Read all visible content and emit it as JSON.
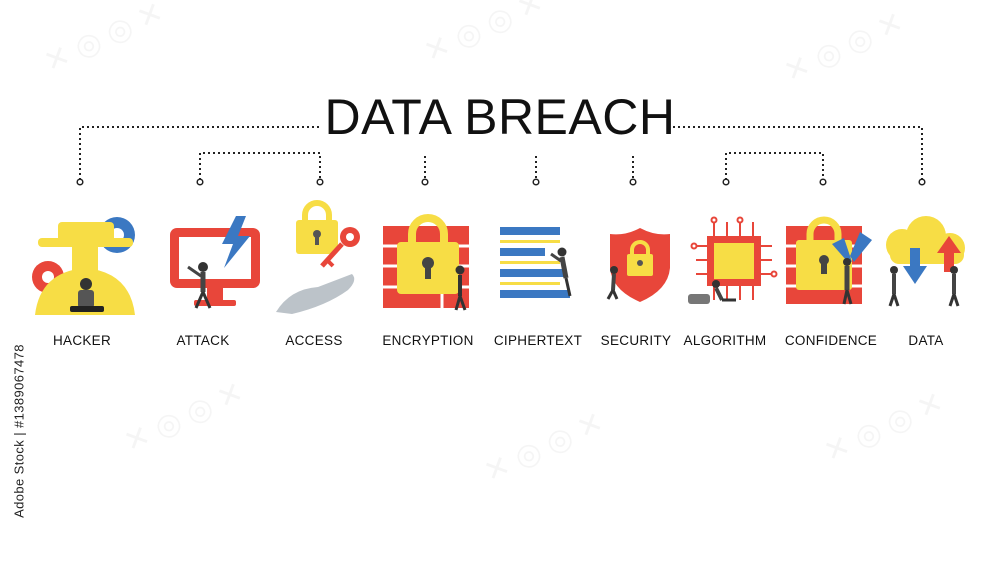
{
  "title": "DATA BREACH",
  "credit": "Adobe Stock | #1389067478",
  "items": [
    {
      "label": "HACKER",
      "icon": "hacker-icon"
    },
    {
      "label": "ATTACK",
      "icon": "attack-icon"
    },
    {
      "label": "ACCESS",
      "icon": "access-icon"
    },
    {
      "label": "ENCRYPTION",
      "icon": "encryption-icon"
    },
    {
      "label": "CIPHERTEXT",
      "icon": "ciphertext-icon"
    },
    {
      "label": "SECURITY",
      "icon": "security-icon"
    },
    {
      "label": "ALGORITHM",
      "icon": "algorithm-icon"
    },
    {
      "label": "CONFIDENCE",
      "icon": "confidence-icon"
    },
    {
      "label": "DATA",
      "icon": "data-icon"
    }
  ],
  "colors": {
    "red": "#e8463a",
    "yellow": "#f7dd45",
    "blue": "#3b78c2",
    "text": "#111111"
  }
}
